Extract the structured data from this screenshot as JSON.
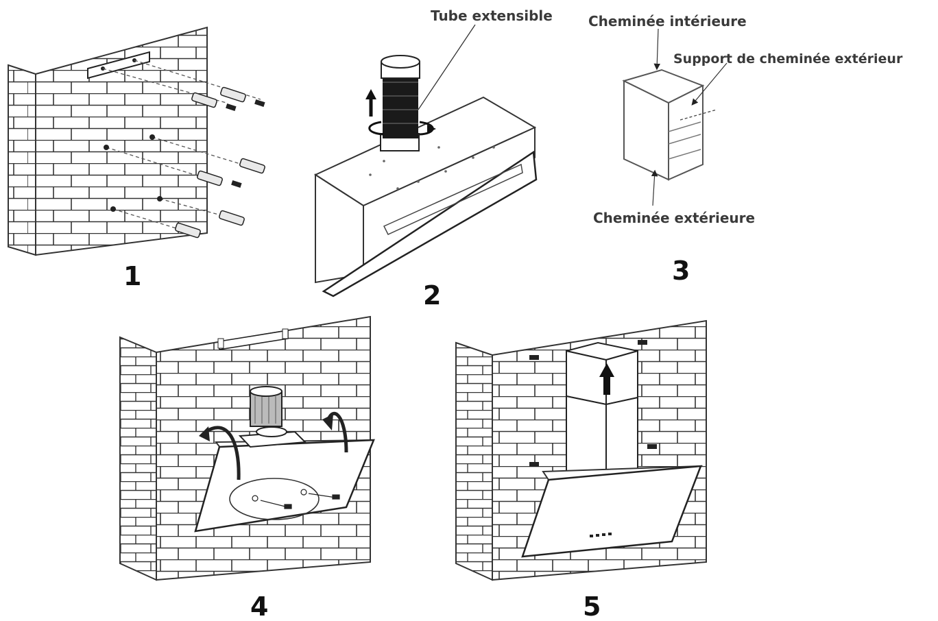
{
  "labels": {
    "tube": "Tube extensible",
    "inner_chimney": "Cheminée intérieure",
    "outer_support": "Support de cheminée extérieur",
    "outer_chimney": "Cheminée extérieure"
  },
  "steps": [
    "1",
    "2",
    "3",
    "4",
    "5"
  ],
  "colors": {
    "line": "#333333",
    "brick_fill": "#ffffff",
    "label_text": "#3a3a3a",
    "tube_dark": "#1a1a1a"
  },
  "icons": {
    "up_arrow": "arrow-up-icon",
    "rotate_arrow": "rotate-icon",
    "curved_arrow": "curved-arrow-icon",
    "screw": "screw-icon",
    "dowel": "wall-plug-icon"
  }
}
